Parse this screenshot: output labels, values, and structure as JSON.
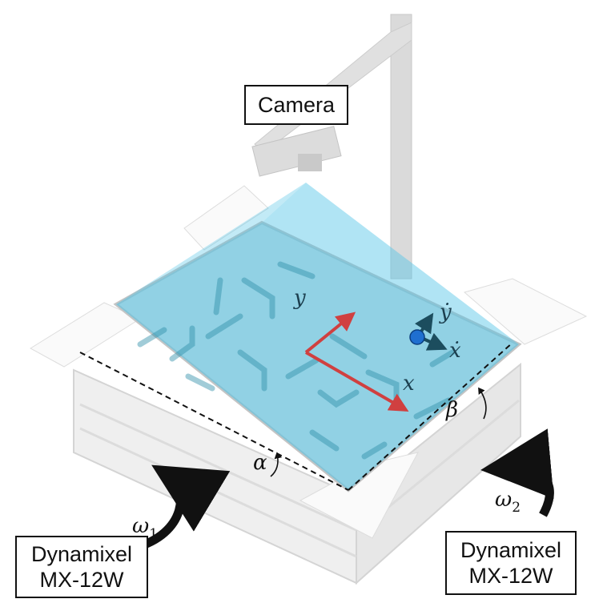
{
  "labels": {
    "camera": "Camera",
    "motor_left": {
      "line1": "Dynamixel",
      "line2": "MX-12W"
    },
    "motor_right": {
      "line1": "Dynamixel",
      "line2": "MX-12W"
    }
  },
  "symbols": {
    "alpha": "α",
    "beta": "β",
    "omega1": "ω",
    "omega1_sub": "1",
    "omega2": "ω",
    "omega2_sub": "2",
    "x": "x",
    "y": "y",
    "x_dot": "ẋ",
    "y_dot": "ẏ"
  },
  "colors": {
    "camera_fov": "#4fc3e6",
    "board_axes": "#d04040",
    "ball": "#1f6fd0",
    "ball_axes": "#1c4d5e",
    "rotation_arrows": "#111111",
    "tilt_axis": "#111111"
  }
}
